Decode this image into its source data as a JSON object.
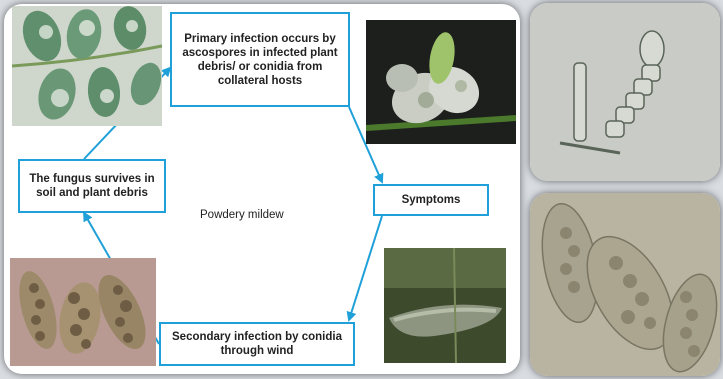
{
  "diagram": {
    "center_label": "Powdery mildew",
    "boxes": {
      "primary": "Primary infection occurs by ascospores in infected plant debris/ or conidia from collateral hosts",
      "symptoms": "Symptoms",
      "secondary": "Secondary infection by conidia through wind",
      "survival": "The fungus survives in soil and plant debris"
    },
    "arrow_color": "#1fa0d8"
  },
  "images": {
    "leaves": "powdery-mildew-infected-leaves-photo",
    "pods": "infected-pea-pods-photo",
    "pod_closeup": "infected-pod-closeup-photo",
    "asci": "ascospores-micrograph",
    "conidiophore": "conidiophore-micrograph",
    "asci_large": "asci-micrograph"
  }
}
